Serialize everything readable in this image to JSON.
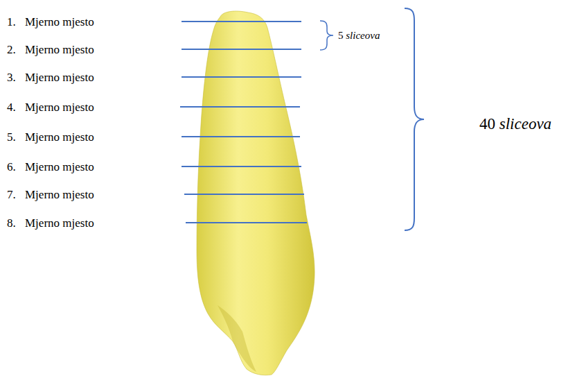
{
  "diagram": {
    "labels": [
      "1.",
      "Mjerno mjesto",
      "2.",
      "Mjerno mjesto",
      "3.",
      "Mjerno mjesto",
      "4.",
      "Mjerno mjesto",
      "5.",
      "Mjerno mjesto",
      "6.",
      "Mjerno mjesto",
      "7.",
      "Mjerno mjesto",
      "8.",
      "Mjerno mjesto",
      "5 sliceova",
      "40 sliceova"
    ]
  }
}
